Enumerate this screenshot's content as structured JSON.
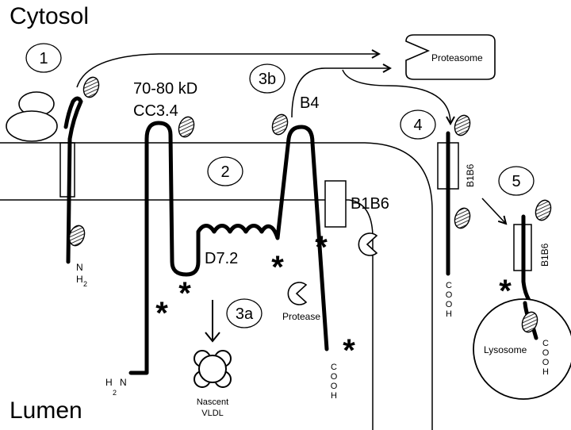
{
  "regions": {
    "top": "Cytosol",
    "bottom": "Lumen"
  },
  "steps": [
    "1",
    "2",
    "3a",
    "3b",
    "4",
    "5"
  ],
  "labels": {
    "proteasome": "Proteasome",
    "protease": "Protease",
    "lysosome": "Lysosome",
    "size": "70-80 kD",
    "cc34": "CC3.4",
    "b4": "B4",
    "d72": "D7.2",
    "b1b6": "B1B6",
    "nascent": "Nascent",
    "vldl": "VLDL"
  },
  "termini": {
    "n_h": "N",
    "n_h2": "H",
    "n_h2_sub": "2",
    "h2n_h": "H",
    "h2n_2": "2",
    "h2n_n": "N",
    "cooh": [
      "C",
      "O",
      "O",
      "H"
    ]
  },
  "marker": "*"
}
